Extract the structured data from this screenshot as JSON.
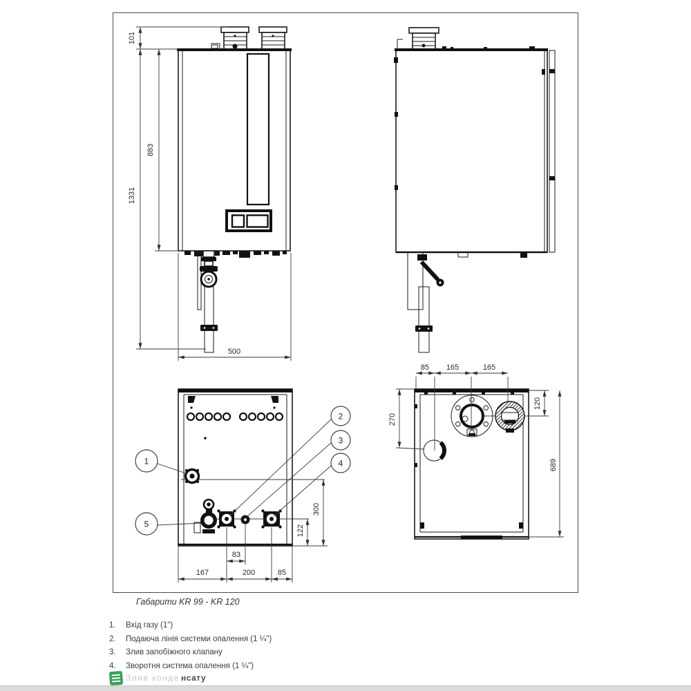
{
  "caption": "Габарити KR 99 - KR 120",
  "dims": {
    "front_101": "101",
    "front_883": "883",
    "front_1331": "1331",
    "front_500": "500",
    "bottom_83": "83",
    "bottom_167": "167",
    "bottom_200": "200",
    "bottom_85": "85",
    "bottom_122": "122",
    "bottom_300": "300",
    "top_85": "85",
    "top_165_a": "165",
    "top_165_b": "165",
    "top_270": "270",
    "top_120": "120",
    "top_689": "689"
  },
  "callouts": {
    "c1": "1",
    "c2": "2",
    "c3": "3",
    "c4": "4",
    "c5": "5"
  },
  "legend": {
    "items": [
      {
        "num": "1.",
        "text": "Вхід газу (1\")"
      },
      {
        "num": "2.",
        "text": "Подаюча лінія системи опалення (1 ¼\")"
      },
      {
        "num": "3.",
        "text": "Злив запобіжного клапану"
      },
      {
        "num": "4.",
        "text": "Зворотня система опалення (1 ¼\")"
      }
    ]
  },
  "watermark": {
    "faded": "Злив конде",
    "tail": "нсату",
    "logo_color": "#35a257"
  }
}
